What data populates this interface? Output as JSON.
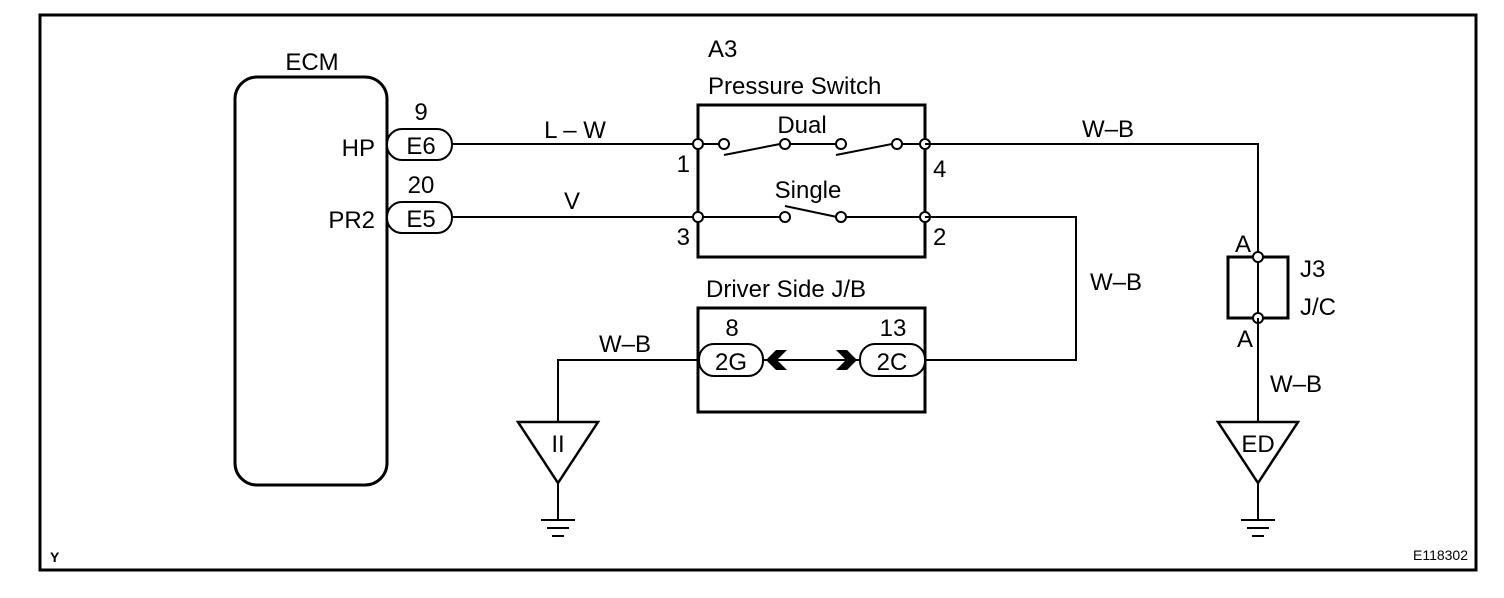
{
  "diagram": {
    "corner_left": "Y",
    "corner_right": "E118302",
    "ecm": {
      "label": "ECM",
      "pins": [
        {
          "name": "HP",
          "number": "9",
          "connector": "E6"
        },
        {
          "name": "PR2",
          "number": "20",
          "connector": "E5"
        }
      ]
    },
    "pressure_switch": {
      "code": "A3",
      "title": "Pressure Switch",
      "dual_label": "Dual",
      "single_label": "Single",
      "terminals": [
        "1",
        "3",
        "4",
        "2"
      ]
    },
    "junction_block": {
      "title": "Driver Side J/B",
      "left": {
        "number": "8",
        "connector": "2G"
      },
      "right": {
        "number": "13",
        "connector": "2C"
      }
    },
    "junction_connector": {
      "code": "J3",
      "type": "J/C",
      "top_pin": "A",
      "bottom_pin": "A"
    },
    "wires": {
      "hp": "L – W",
      "pr2": "V",
      "switch_to_jc": "W–B",
      "switch_to_jb": "W–B",
      "jb_to_ground": "W–B",
      "jc_to_ground": "W–B"
    },
    "grounds": {
      "left": "II",
      "right": "ED"
    }
  }
}
